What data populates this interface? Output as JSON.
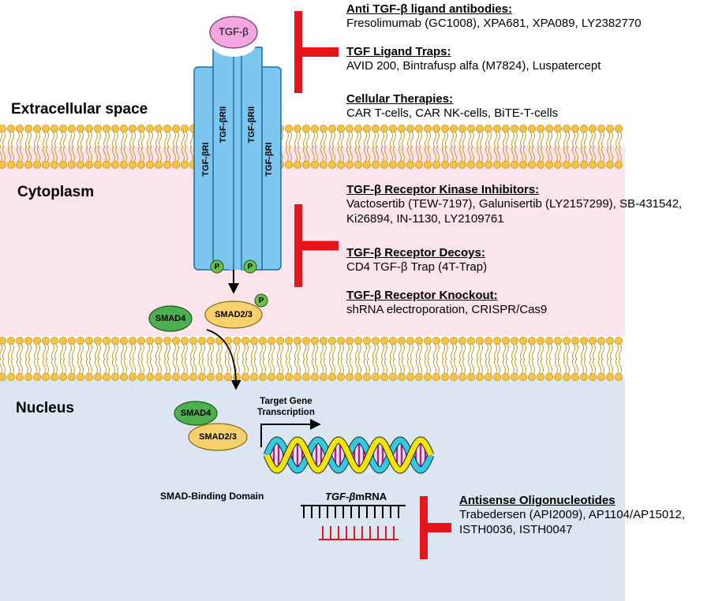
{
  "regions": {
    "extracellular": "Extracellular space",
    "cytoplasm": "Cytoplasm",
    "nucleus": "Nucleus"
  },
  "molecules": {
    "ligand": "TGF-β",
    "receptor_outer": "TGF-βRI",
    "receptor_inner": "TGF-βRII",
    "phospho": "P",
    "smad4": "SMAD4",
    "smad23": "SMAD2/3"
  },
  "nucleus_labels": {
    "target_gene": [
      "Target Gene",
      "Transcription"
    ],
    "binding_domain": "SMAD-Binding Domain",
    "mrna_gene": "TGF-β",
    "mrna_suffix": "mRNA"
  },
  "therapy_groups": [
    {
      "title": "Anti TGF-β ligand antibodies:",
      "lines": [
        "Fresolimumab (GC1008), XPA681, XPA089, LY2382770"
      ]
    },
    {
      "title": "TGF Ligand Traps:",
      "lines": [
        "AVID 200, Bintrafusp alfa (M7824), Luspatercept"
      ]
    },
    {
      "title": "Cellular Therapies:",
      "lines": [
        "CAR T-cells, CAR NK-cells, BiTE-T-cells"
      ]
    },
    {
      "title": "TGF-β Receptor Kinase Inhibitors:",
      "lines": [
        "Vactosertib (TEW-7197), Galunisertib (LY2157299), SB-431542,",
        "Ki26894, IN-1130, LY2109761"
      ]
    },
    {
      "title": "TGF-β Receptor Decoys:",
      "lines": [
        "CD4 TGF-β Trap (4T-Trap)"
      ]
    },
    {
      "title": "TGF-β Receptor Knockout:",
      "lines": [
        "shRNA electroporation, CRISPR/Cas9"
      ]
    },
    {
      "title": "Antisense Oligonucleotides",
      "lines": [
        "Trabedersen (API2009), AP1104/AP15012,",
        "ISTH0036, ISTH0047"
      ]
    }
  ],
  "colors": {
    "cytoplasm": "#fce4ec",
    "nucleus": "#dce6f2",
    "membrane_head": "#f6c343",
    "receptor": "#7cc6f0",
    "ligand": "#f4a6e0",
    "smad4": "#4caf50",
    "smad23": "#f7d16b",
    "phospho": "#6cc04a",
    "inhibitor": "#e8141c",
    "helix_yellow": "#f2e600",
    "helix_cyan": "#33c9e3",
    "helix_magenta": "#c0188c"
  }
}
